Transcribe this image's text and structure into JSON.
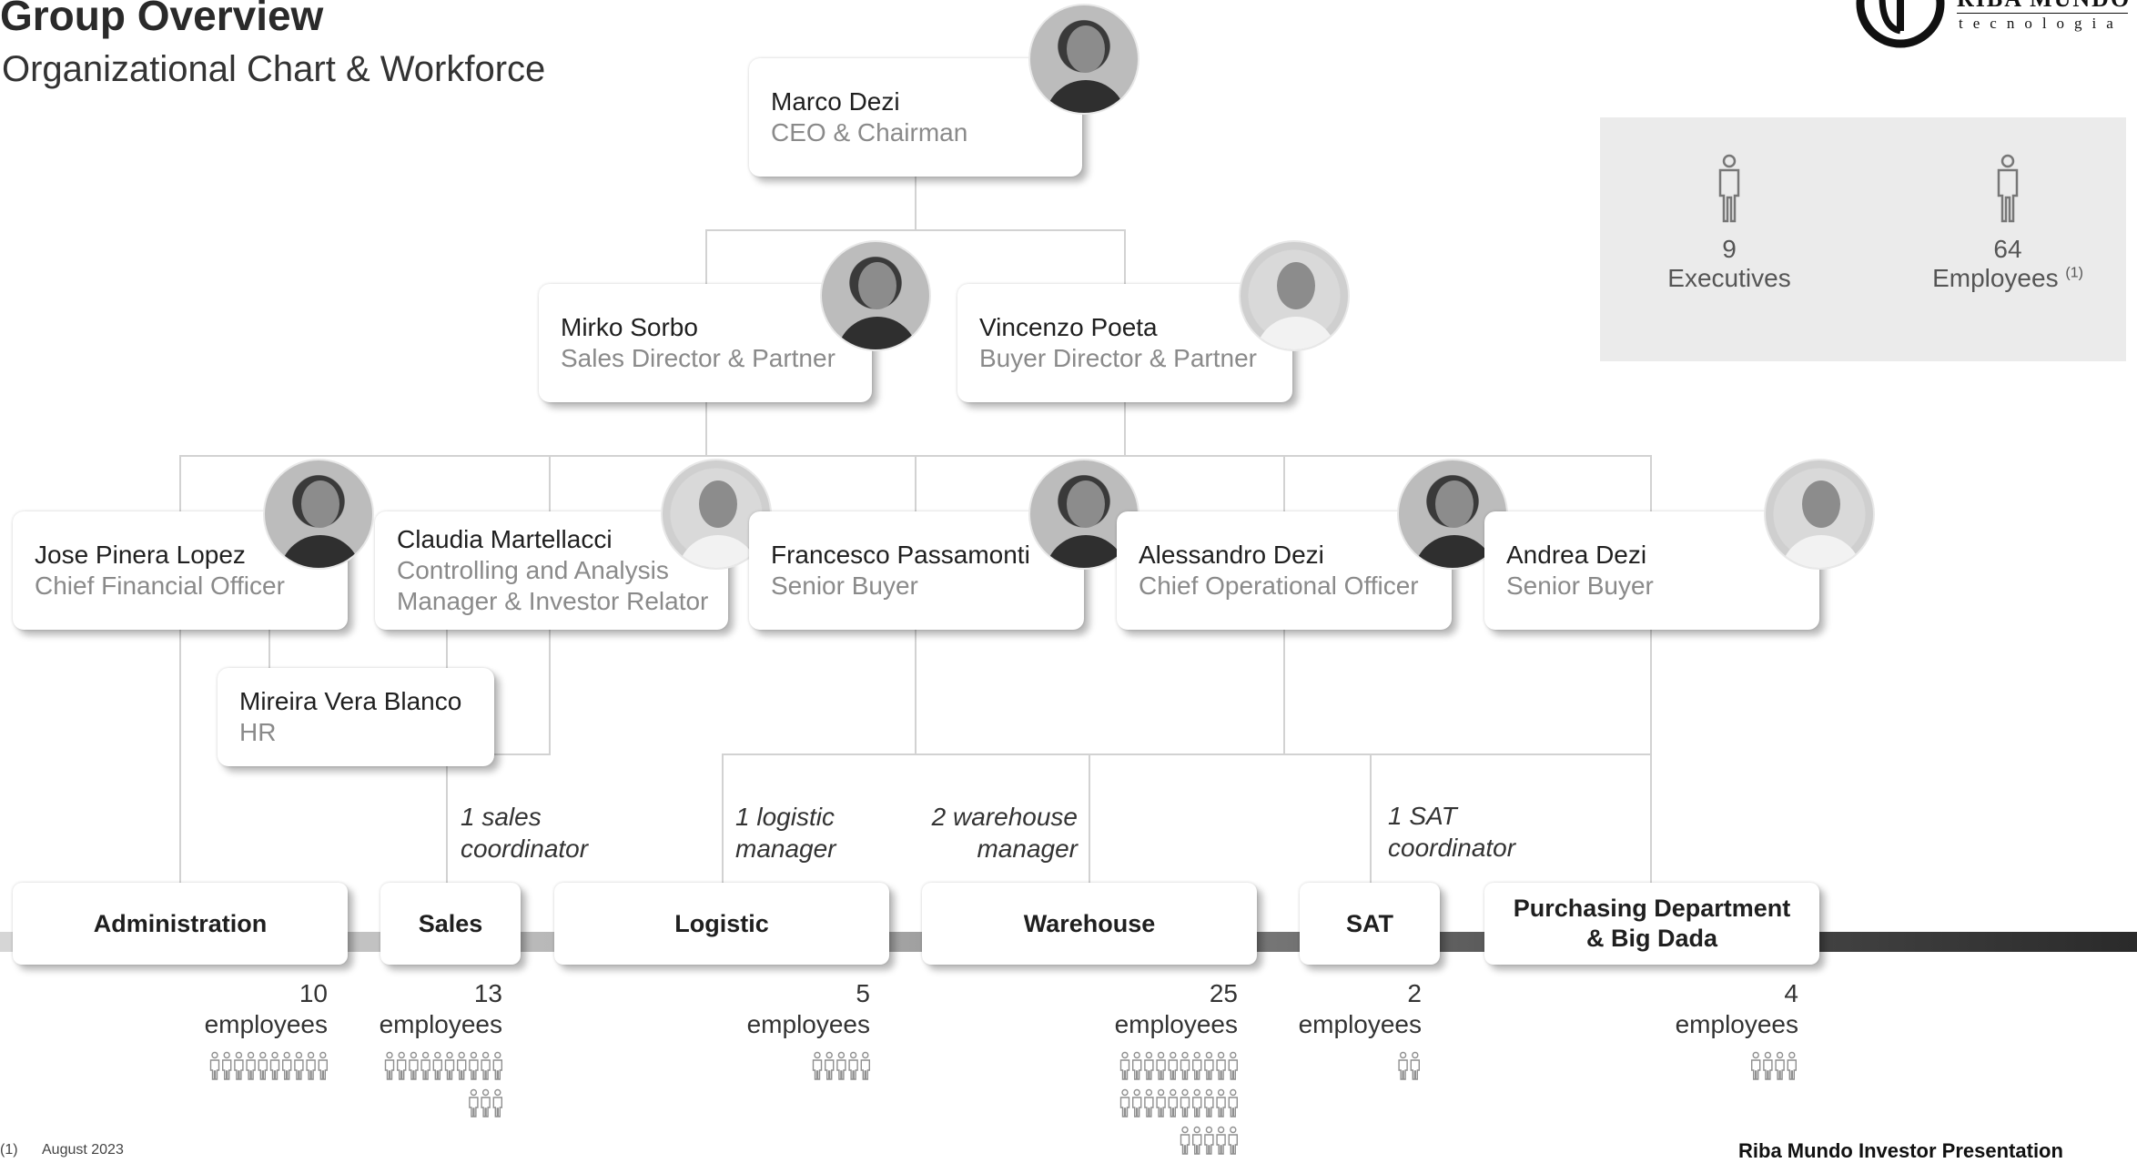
{
  "header": {
    "title": "Group Overview",
    "subtitle": "Organizational Chart & Workforce"
  },
  "logo": {
    "brand": "RIBA MUNDO",
    "tagline": "tecnologia"
  },
  "stats": {
    "executives_count": "9",
    "executives_label": "Executives",
    "employees_count": "64",
    "employees_label": "Employees",
    "employees_note": "(1)"
  },
  "people": {
    "ceo": {
      "name": "Marco Dezi",
      "role": "CEO & Chairman"
    },
    "sales_director": {
      "name": "Mirko Sorbo",
      "role": "Sales Director & Partner"
    },
    "buyer_director": {
      "name": "Vincenzo Poeta",
      "role": "Buyer Director & Partner"
    },
    "cfo": {
      "name": "Jose Pinera Lopez",
      "role": "Chief Financial Officer"
    },
    "controlling": {
      "name": "Claudia Martellacci",
      "role_line1": "Controlling and Analysis",
      "role_line2": "Manager & Investor Relator"
    },
    "senior_buyer_1": {
      "name": "Francesco Passamonti",
      "role": "Senior Buyer"
    },
    "coo": {
      "name": "Alessandro Dezi",
      "role": "Chief Operational Officer"
    },
    "senior_buyer_2": {
      "name": "Andrea Dezi",
      "role": "Senior Buyer"
    },
    "hr": {
      "name": "Mireira Vera Blanco",
      "role": "HR"
    }
  },
  "notes": {
    "sales_coord_1": "1 sales",
    "sales_coord_2": "coordinator",
    "logistic_mgr_1": "1 logistic",
    "logistic_mgr_2": "manager",
    "warehouse_mgr_1": "2 warehouse",
    "warehouse_mgr_2": "manager",
    "sat_coord_1": "1 SAT",
    "sat_coord_2": "coordinator"
  },
  "departments": [
    {
      "name": "Administration",
      "count": "10",
      "unit": "employees",
      "icons": [
        "🯅🯅🯅🯅🯅🯅🯅🯅🯅🯅"
      ]
    },
    {
      "name": "Sales",
      "count": "13",
      "unit": "employees",
      "icons": [
        "🯅🯅🯅🯅🯅🯅🯅🯅🯅🯅",
        "🯅🯅🯅"
      ]
    },
    {
      "name": "Logistic",
      "count": "5",
      "unit": "employees",
      "icons": [
        "🯅🯅🯅🯅🯅"
      ]
    },
    {
      "name": "Warehouse",
      "count": "25",
      "unit": "employees",
      "icons": [
        "🯅🯅🯅🯅🯅🯅🯅🯅🯅🯅",
        "🯅🯅🯅🯅🯅🯅🯅🯅🯅🯅",
        "🯅🯅🯅🯅🯅"
      ]
    },
    {
      "name": "SAT",
      "count": "2",
      "unit": "employees",
      "icons": [
        "🯅🯅"
      ]
    },
    {
      "name_line1": "Purchasing Department",
      "name_line2": "& Big Dada",
      "count": "4",
      "unit": "employees",
      "icons": [
        "🯅🯅🯅🯅"
      ]
    }
  ],
  "footer": {
    "note_marker": "(1)",
    "date": "August 2023",
    "presentation": "Riba Mundo Investor Presentation"
  },
  "colors": {
    "connector": "#d2d2d2",
    "stats_bg": "#ebebeb",
    "muted_text": "#8a8a8a"
  }
}
